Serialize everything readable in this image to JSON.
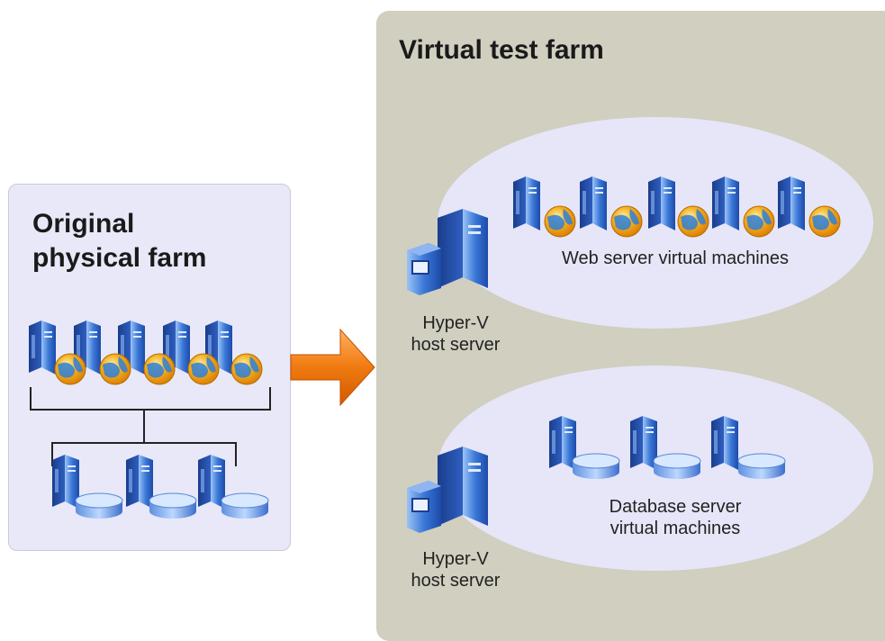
{
  "left_panel": {
    "title_line1": "Original",
    "title_line2": "physical farm"
  },
  "right_panel": {
    "title": "Virtual test farm",
    "web_group_label": "Web server virtual machines",
    "db_group_label_line1": "Database server",
    "db_group_label_line2": "virtual machines",
    "host1_label_line1": "Hyper-V",
    "host1_label_line2": "host server",
    "host2_label_line1": "Hyper-V",
    "host2_label_line2": "host server"
  },
  "icons": [
    "web-server-icon",
    "database-server-icon",
    "hyper-v-host-icon",
    "arrow-icon"
  ],
  "colors": {
    "left_panel_bg": "#e8e8f8",
    "right_panel_bg": "#d0cfc0",
    "ellipse_bg": "#e6e6f8",
    "arrow": "#f07a10",
    "server_blue": "#2f66cc"
  }
}
